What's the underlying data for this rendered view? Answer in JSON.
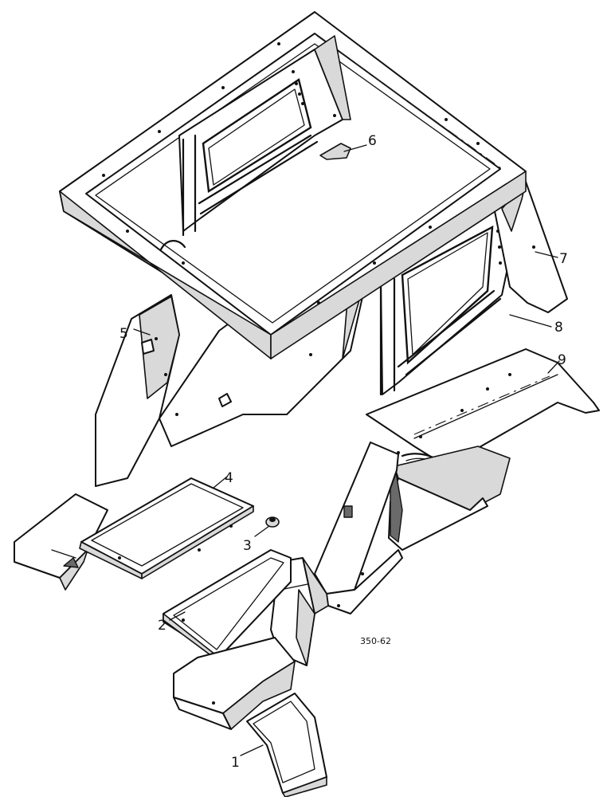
{
  "figure": {
    "drawing_number": "350-62",
    "callouts": [
      {
        "id": "callout-1",
        "label": "1"
      },
      {
        "id": "callout-2",
        "label": "2"
      },
      {
        "id": "callout-3",
        "label": "3"
      },
      {
        "id": "callout-4",
        "label": "4"
      },
      {
        "id": "callout-5",
        "label": "5"
      },
      {
        "id": "callout-6",
        "label": "6"
      },
      {
        "id": "callout-7",
        "label": "7"
      },
      {
        "id": "callout-8",
        "label": "8"
      },
      {
        "id": "callout-9",
        "label": "9"
      }
    ]
  }
}
